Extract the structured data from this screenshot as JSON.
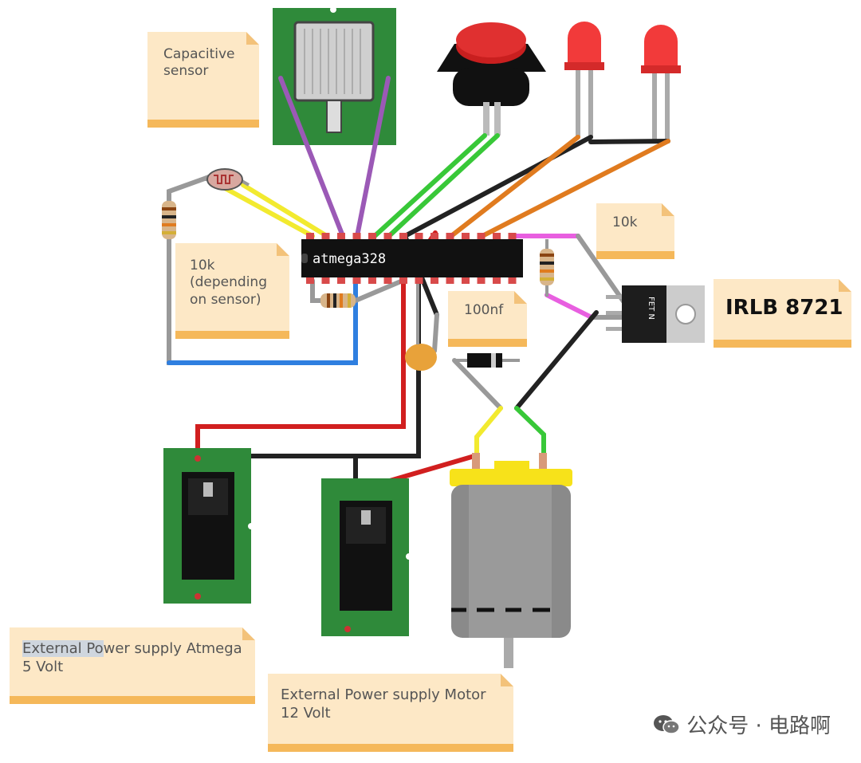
{
  "labels": {
    "capacitive_sensor": "Capacitive\nsensor",
    "resistor_sensor": "10k\n(depending\non sensor)",
    "resistor_gate": "10k",
    "capacitor": "100nf",
    "mosfet_label": "IRLB 8721",
    "psu_atmega_hl": "External Po",
    "psu_atmega_rest": "wer supply Atmega\n5 Volt",
    "psu_motor": "External Power supply Motor\n12 Volt"
  },
  "chip": {
    "name": "atmega328"
  },
  "mosfet_marking": "FET N",
  "watermark": {
    "text": "公众号 · 电路啊",
    "icon": "wechat-icon"
  },
  "colors": {
    "note_bg": "#fde8c6",
    "note_bar": "#f5b85a",
    "pcb": "#2f8a3a",
    "wire_red": "#d11f1f",
    "wire_black": "#222222",
    "wire_green": "#38c838",
    "wire_purple": "#9b59b6",
    "wire_yellow": "#f2ea2f",
    "wire_orange": "#e07b1f",
    "wire_blue": "#2f7fe0",
    "wire_gray": "#999999",
    "wire_pink": "#e85fe0"
  }
}
